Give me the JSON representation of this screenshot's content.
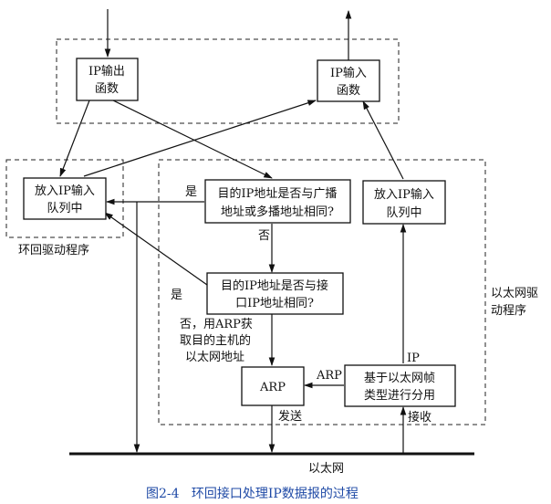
{
  "boxes": {
    "ip_output": [
      "IP输出",
      "函数"
    ],
    "ip_input": [
      "IP输入",
      "函数"
    ],
    "loop_queue": [
      "放入IP输入",
      "队列中"
    ],
    "broadcast_check": [
      "目的IP地址是否与广播",
      "地址或多播地址相同?"
    ],
    "eth_queue": [
      "放入IP输入",
      "队列中"
    ],
    "iface_check": [
      "目的IP地址是否与接",
      "口IP地址相同?"
    ],
    "arp": "ARP",
    "demux": [
      "基于以太网帧",
      "类型进行分用"
    ]
  },
  "labels": {
    "yes1": "是",
    "no1": "否",
    "yes2": "是",
    "no_arp": [
      "否，用ARP获",
      "取目的主机的",
      "以太网地址"
    ],
    "arp_arrow": "ARP",
    "ip_arrow": "IP",
    "send": "发送",
    "receive": "接收",
    "loopback_driver": "环回驱动程序",
    "ethernet_driver": [
      "以太网驱",
      "动程序"
    ],
    "ethernet": "以太网"
  },
  "caption": "图2-4   环回接口处理IP数据报的过程"
}
